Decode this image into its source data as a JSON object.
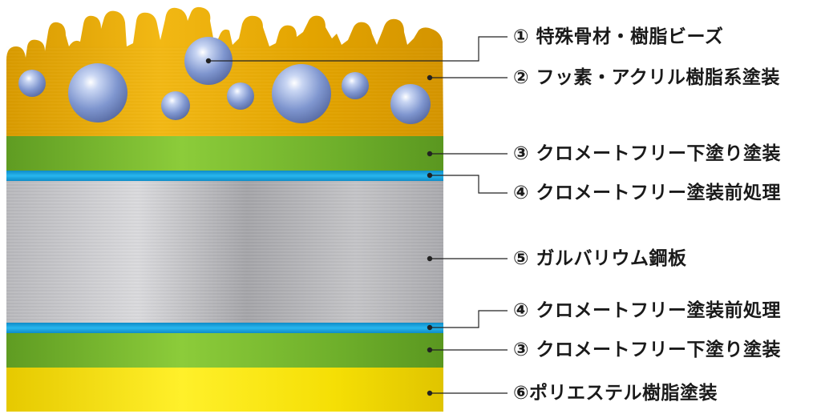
{
  "labels": [
    {
      "id": "beads",
      "text": "① 特殊骨材・樹脂ビーズ"
    },
    {
      "id": "top_coat",
      "text": "② フッ素・アクリル樹脂系塗装"
    },
    {
      "id": "undercoat_top",
      "text": "③ クロメートフリー下塗り塗装"
    },
    {
      "id": "pretreat_top",
      "text": "④ クロメートフリー塗装前処理"
    },
    {
      "id": "steel",
      "text": "⑤ ガルバリウム鋼板"
    },
    {
      "id": "pretreat_bottom",
      "text": "④ クロメートフリー塗装前処理"
    },
    {
      "id": "undercoat_bottom",
      "text": "③ クロメートフリー下塗り塗装"
    },
    {
      "id": "back_coat",
      "text": "⑥ポリエステル樹脂塗装"
    }
  ],
  "colors": {
    "gold": "#e2a300",
    "green": "#6fae2b",
    "blue": "#1aa3dc",
    "silver": "#a9a9ad",
    "yellow": "#f2dc00",
    "bead": "#7f96cf",
    "leader": "#222222"
  }
}
